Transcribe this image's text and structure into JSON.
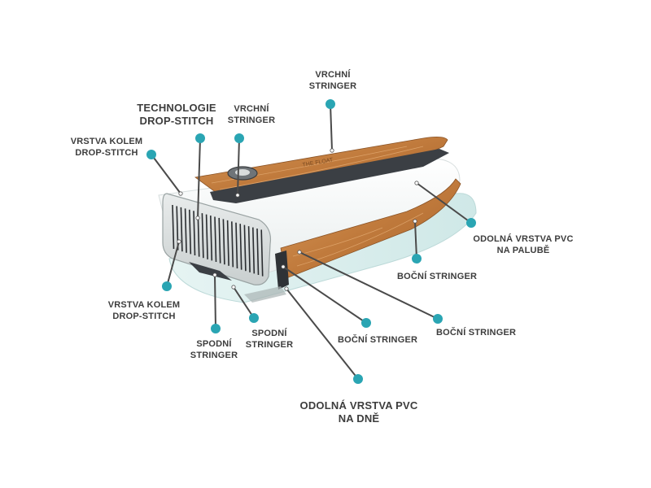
{
  "diagram": {
    "labels": {
      "top_stringer_upper": [
        "VRCHNÍ",
        "STRINGER"
      ],
      "top_stringer_lower": [
        "VRCHNÍ",
        "STRINGER"
      ],
      "drop_stitch_tech": [
        "TECHNOLOGIE",
        "DROP-STITCH"
      ],
      "drop_stitch_layer_top": [
        "VRSTVA KOLEM",
        "DROP-STITCH"
      ],
      "drop_stitch_layer_bottom": [
        "VRSTVA KOLEM",
        "DROP-STITCH"
      ],
      "pvc_deck": [
        "ODOLNÁ VRSTVA PVC",
        "NA PALUBĚ"
      ],
      "side_stringer_1": "BOČNÍ STRINGER",
      "side_stringer_2": "BOČNÍ STRINGER",
      "side_stringer_3": "BOČNÍ STRINGER",
      "bottom_stringer_1": [
        "SPODNÍ",
        "STRINGER"
      ],
      "bottom_stringer_2": [
        "SPODNÍ",
        "STRINGER"
      ],
      "pvc_bottom": [
        "ODOLNÁ VRSTVA PVC",
        "NA DNĚ"
      ]
    },
    "colors": {
      "dot": "#2aa5b3",
      "leader": "#4a4a4a",
      "wood": "#c9874a",
      "wood_dark": "#9c5f2c",
      "dark_layer": "#3b3f44",
      "board_white": "#f4f6f6",
      "hull_light": "#dcefee"
    }
  }
}
